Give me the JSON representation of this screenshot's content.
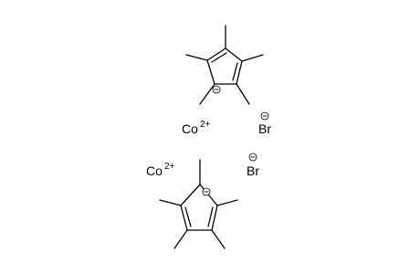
{
  "species": [
    {
      "id": "cobalt-ion-1",
      "symbol": "Co",
      "charge": "2+"
    },
    {
      "id": "bromide-1",
      "symbol": "Br",
      "charge": "−"
    },
    {
      "id": "cobalt-ion-2",
      "symbol": "Co",
      "charge": "2+"
    },
    {
      "id": "bromide-2",
      "symbol": "Br",
      "charge": "−"
    }
  ],
  "rings": [
    {
      "id": "cp-ring-1",
      "description": "pentamethylcyclopentadienide anion",
      "methyl_count": 5
    },
    {
      "id": "cp-ring-2",
      "description": "pentamethylcyclopentadienide anion",
      "methyl_count": 5
    }
  ],
  "labels": {
    "co_1": "Co",
    "co_1_charge": "2+",
    "br_1": "Br",
    "co_2": "Co",
    "co_2_charge": "2+",
    "br_2": "Br"
  },
  "colors": {
    "ink": "#000000",
    "background": "#ffffff"
  }
}
